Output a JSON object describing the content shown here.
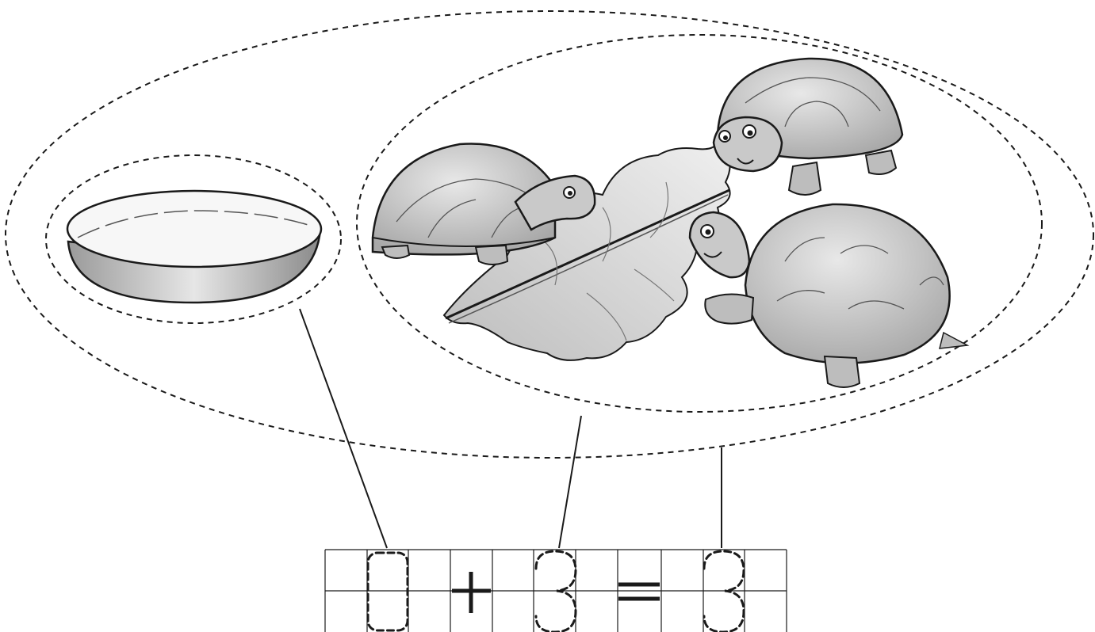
{
  "worksheet": {
    "groups": {
      "outer_set": {
        "label": ""
      },
      "bowl_set": {
        "item": "empty-bowl",
        "count": 0
      },
      "turtle_set": {
        "item": "turtle",
        "count": 3
      }
    },
    "equation": {
      "cells": [
        {
          "kind": "dotted-digit",
          "value": "0"
        },
        {
          "kind": "operator",
          "value": "+"
        },
        {
          "kind": "dotted-digit",
          "value": "3"
        },
        {
          "kind": "operator",
          "value": "="
        },
        {
          "kind": "dotted-digit",
          "value": "3"
        }
      ]
    },
    "colors": {
      "ink": "#1a1a1a",
      "shade": "#b9b9b9",
      "leaf": "#cfcfcf",
      "paper": "#ffffff"
    }
  }
}
